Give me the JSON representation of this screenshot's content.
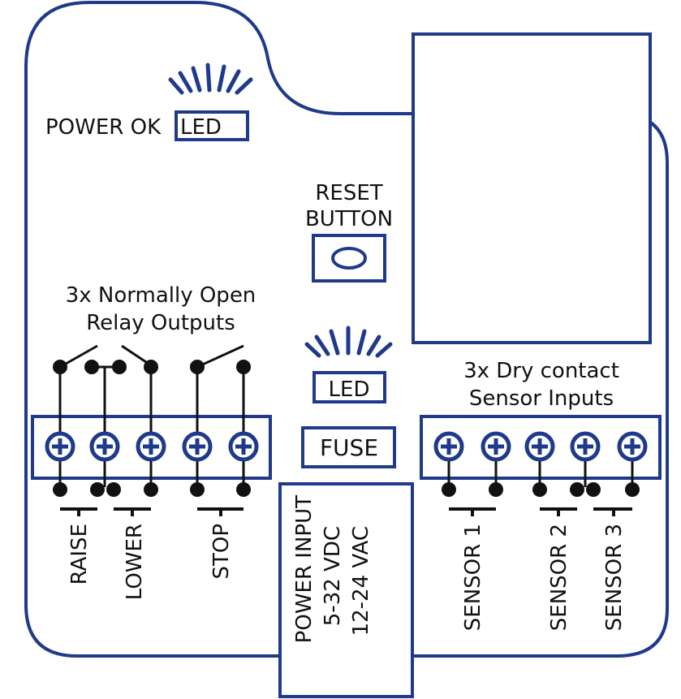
{
  "labels": {
    "power_ok": "POWER OK",
    "led_top": "LED",
    "reset_line1": "RESET",
    "reset_line2": "BUTTON",
    "relay_line1": "3x Normally Open",
    "relay_line2": "Relay Outputs",
    "led_mid": "LED",
    "fuse": "FUSE",
    "sensor_line1": "3x Dry contact",
    "sensor_line2": "Sensor Inputs",
    "raise": "RAISE",
    "lower": "LOWER",
    "stop": "STOP",
    "power_input_line1": "POWER INPUT",
    "power_input_line2": "5-32 VDC",
    "power_input_line3": "12-24 VAC",
    "sensor1": "SENSOR 1",
    "sensor2": "SENSOR 2",
    "sensor3": "SENSOR 3"
  },
  "colors": {
    "board_outline": "#1f3a8a",
    "wire": "#111111",
    "text": "#111111"
  },
  "icons": [
    "led-rays-icon",
    "screw-terminal-icon",
    "reset-button-icon"
  ]
}
